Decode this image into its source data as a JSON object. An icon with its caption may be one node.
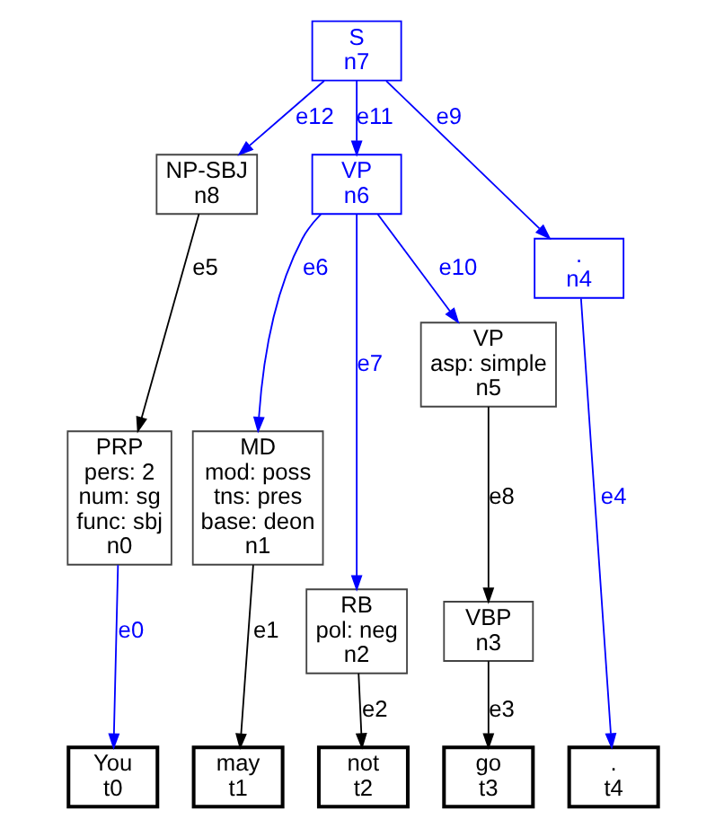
{
  "diagram": {
    "nodes": [
      {
        "text": [
          "S",
          "n7"
        ]
      },
      {
        "text": [
          "NP-SBJ",
          "n8"
        ]
      },
      {
        "text": [
          "VP",
          "n6"
        ]
      },
      {
        "text": [
          ".",
          "n4"
        ]
      },
      {
        "text": [
          "VP",
          "asp: simple",
          "n5"
        ]
      },
      {
        "text": [
          "PRP",
          "pers: 2",
          "num: sg",
          "func: sbj",
          "n0"
        ]
      },
      {
        "text": [
          "MD",
          "mod: poss",
          "tns: pres",
          "base: deon",
          "n1"
        ]
      },
      {
        "text": [
          "RB",
          "pol: neg",
          "n2"
        ]
      },
      {
        "text": [
          "VBP",
          "n3"
        ]
      },
      {
        "text": [
          "You",
          "t0"
        ]
      },
      {
        "text": [
          "may",
          "t1"
        ]
      },
      {
        "text": [
          "not",
          "t2"
        ]
      },
      {
        "text": [
          "go",
          "t3"
        ]
      },
      {
        "text": [
          ".",
          "t4"
        ]
      }
    ],
    "edges": [
      {
        "from": 5,
        "to": 9,
        "arrow": "to",
        "label": "e0"
      },
      {
        "from": 6,
        "to": 10,
        "arrow": "to",
        "label": "e1",
        "color": "#000000"
      },
      {
        "from": 7,
        "to": 11,
        "arrow": "to",
        "label": "e2",
        "color": "#000000"
      },
      {
        "from": 8,
        "to": 12,
        "arrow": "to",
        "label": "e3",
        "color": "#000000"
      },
      {
        "from": 3,
        "to": 13,
        "arrow": "to",
        "label": "e4"
      },
      {
        "from": 1,
        "to": 5,
        "arrow": "to",
        "label": "e5",
        "color": "#000000"
      },
      {
        "from": 2,
        "to": 6,
        "arrow": "to",
        "label": "e6"
      },
      {
        "from": 2,
        "to": 7,
        "arrow": "to",
        "label": "e7"
      },
      {
        "from": 4,
        "to": 8,
        "arrow": "to",
        "label": "e8",
        "color": "#000000"
      },
      {
        "from": 0,
        "to": 3,
        "arrow": "to",
        "label": "e9"
      },
      {
        "from": 2,
        "to": 4,
        "arrow": "to",
        "label": "e10"
      },
      {
        "from": 0,
        "to": 2,
        "arrow": "to",
        "label": "e11"
      },
      {
        "from": 0,
        "to": 1,
        "arrow": "to",
        "label": "e12"
      }
    ]
  }
}
